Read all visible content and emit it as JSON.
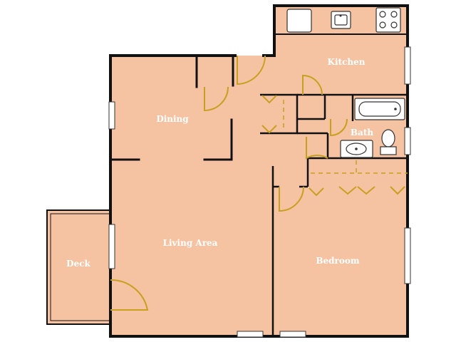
{
  "rooms": {
    "kitchen": "Kitchen",
    "dining": "Dining",
    "bath": "Bath",
    "living": "Living Area",
    "deck": "Deck",
    "bedroom": "Bedroom"
  },
  "colors": {
    "floor": "#f5c3a2",
    "wall": "#111111",
    "door": "#c8a020",
    "fixture": "#ffffff"
  },
  "icons": [
    "stove-icon",
    "kitchen-sink-icon",
    "refrigerator-icon",
    "bathtub-icon",
    "toilet-icon",
    "bathroom-sink-icon"
  ]
}
